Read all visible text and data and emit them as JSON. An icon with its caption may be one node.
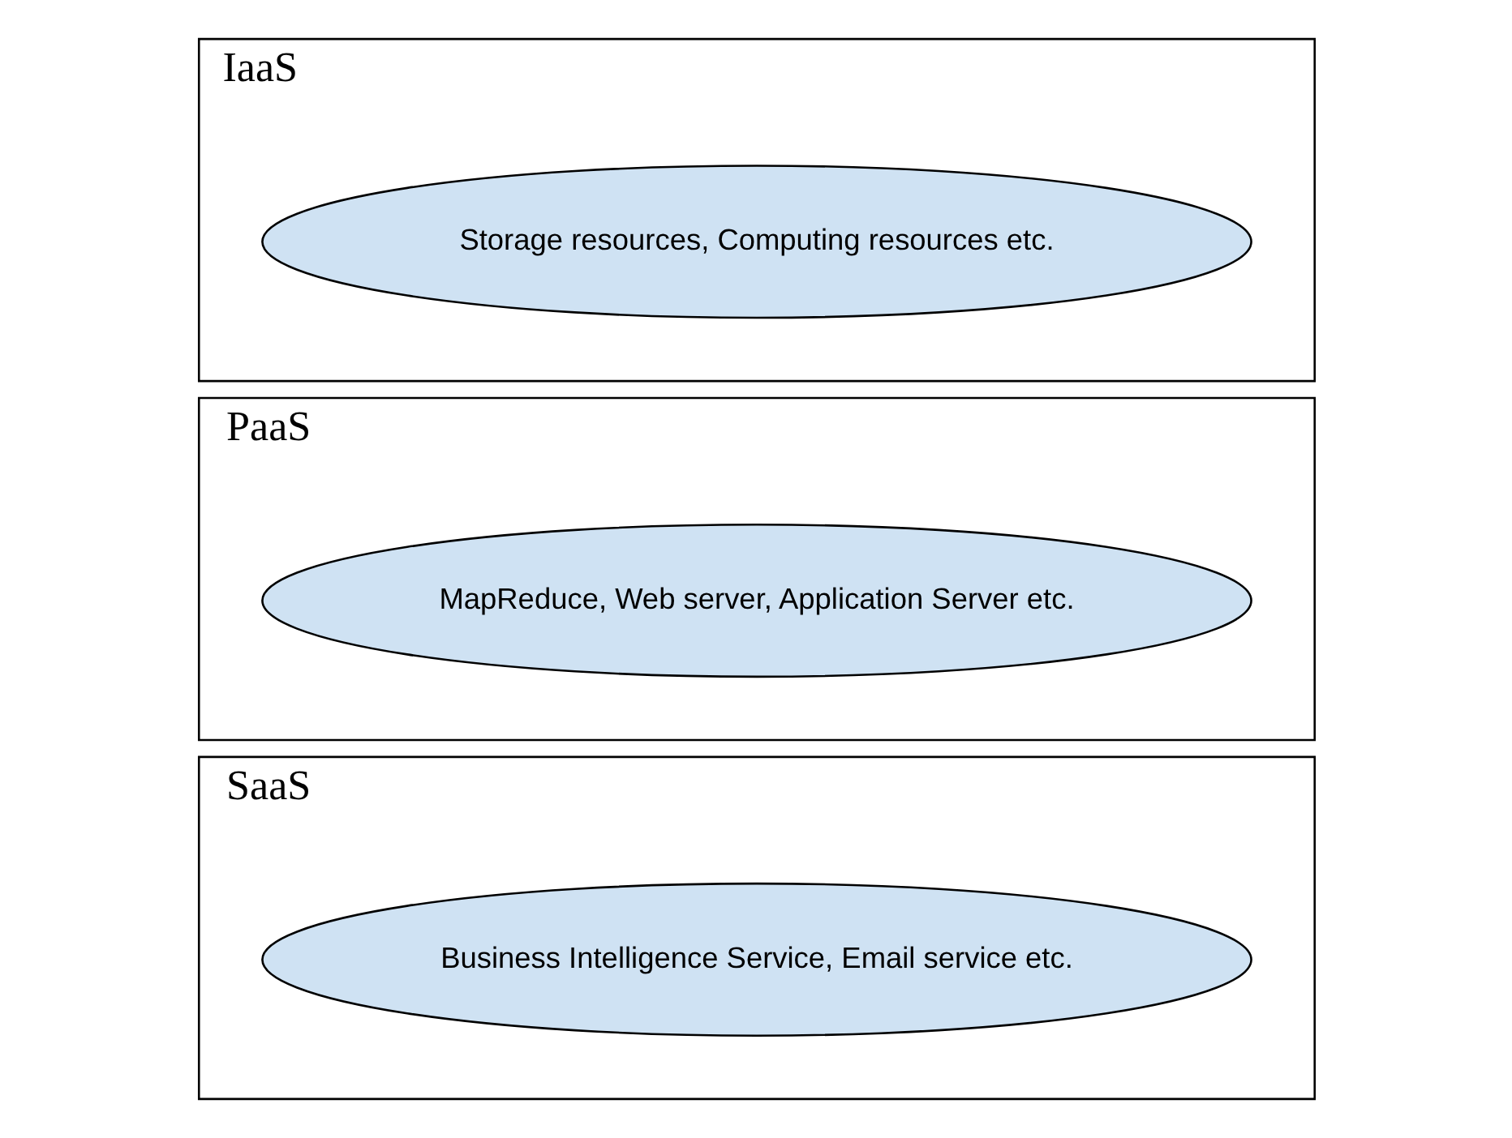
{
  "diagram": {
    "nodes": [
      {
        "text": [
          "SaaS"
        ]
      },
      {
        "text": [
          "Business Intelligence Service, Email service etc."
        ],
        "in": 0
      },
      {
        "text": [
          "PaaS"
        ]
      },
      {
        "text": [
          "MapReduce, Web server, Application Server etc."
        ],
        "in": 2
      },
      {
        "text": [
          "IaaS"
        ]
      },
      {
        "text": [
          "Storage resources, Computing resources etc."
        ],
        "in": 4
      }
    ]
  }
}
